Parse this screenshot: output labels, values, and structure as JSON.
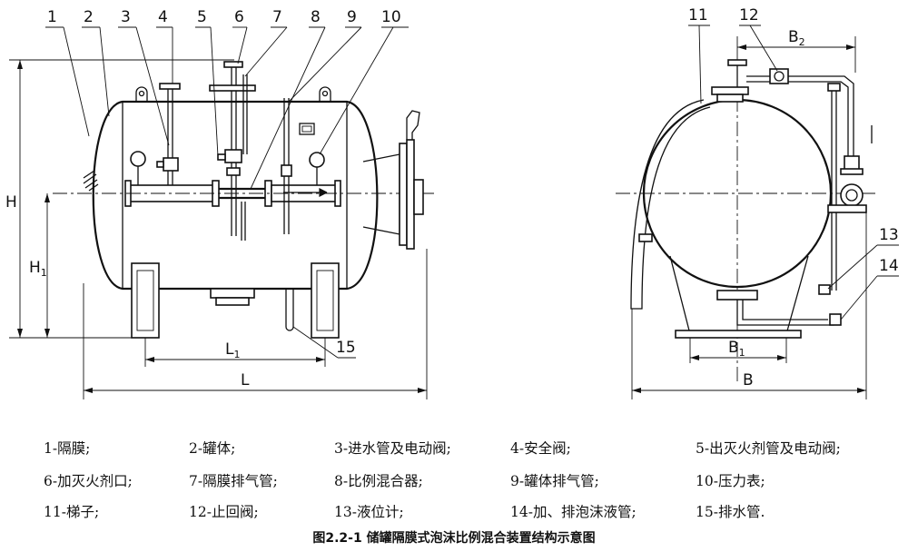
{
  "callouts": {
    "c1": "1",
    "c2": "2",
    "c3": "3",
    "c4": "4",
    "c5": "5",
    "c6": "6",
    "c7": "7",
    "c8": "8",
    "c9": "9",
    "c10": "10",
    "c11": "11",
    "c12": "12",
    "c13": "13",
    "c14": "14",
    "c15": "15"
  },
  "dimensions": {
    "H": "H",
    "H1": "H",
    "H1_sub": "1",
    "L1": "L",
    "L1_sub": "1",
    "L": "L",
    "B": "B",
    "B1": "B",
    "B1_sub": "1",
    "B2": "B",
    "B2_sub": "2"
  },
  "legend": {
    "rows": [
      [
        "1-隔膜;",
        "2-罐体;",
        "3-进水管及电动阀;",
        "4-安全阀;",
        "5-出灭火剂管及电动阀;"
      ],
      [
        "6-加灭火剂口;",
        "7-隔膜排气管;",
        "8-比例混合器;",
        "9-罐体排气管;",
        "10-压力表;"
      ],
      [
        "11-梯子;",
        "12-止回阀;",
        "13-液位计;",
        "14-加、排泡沫液管;",
        "15-排水管."
      ]
    ]
  },
  "caption": "图2.2-1 储罐隔膜式泡沫比例混合装置结构示意图"
}
